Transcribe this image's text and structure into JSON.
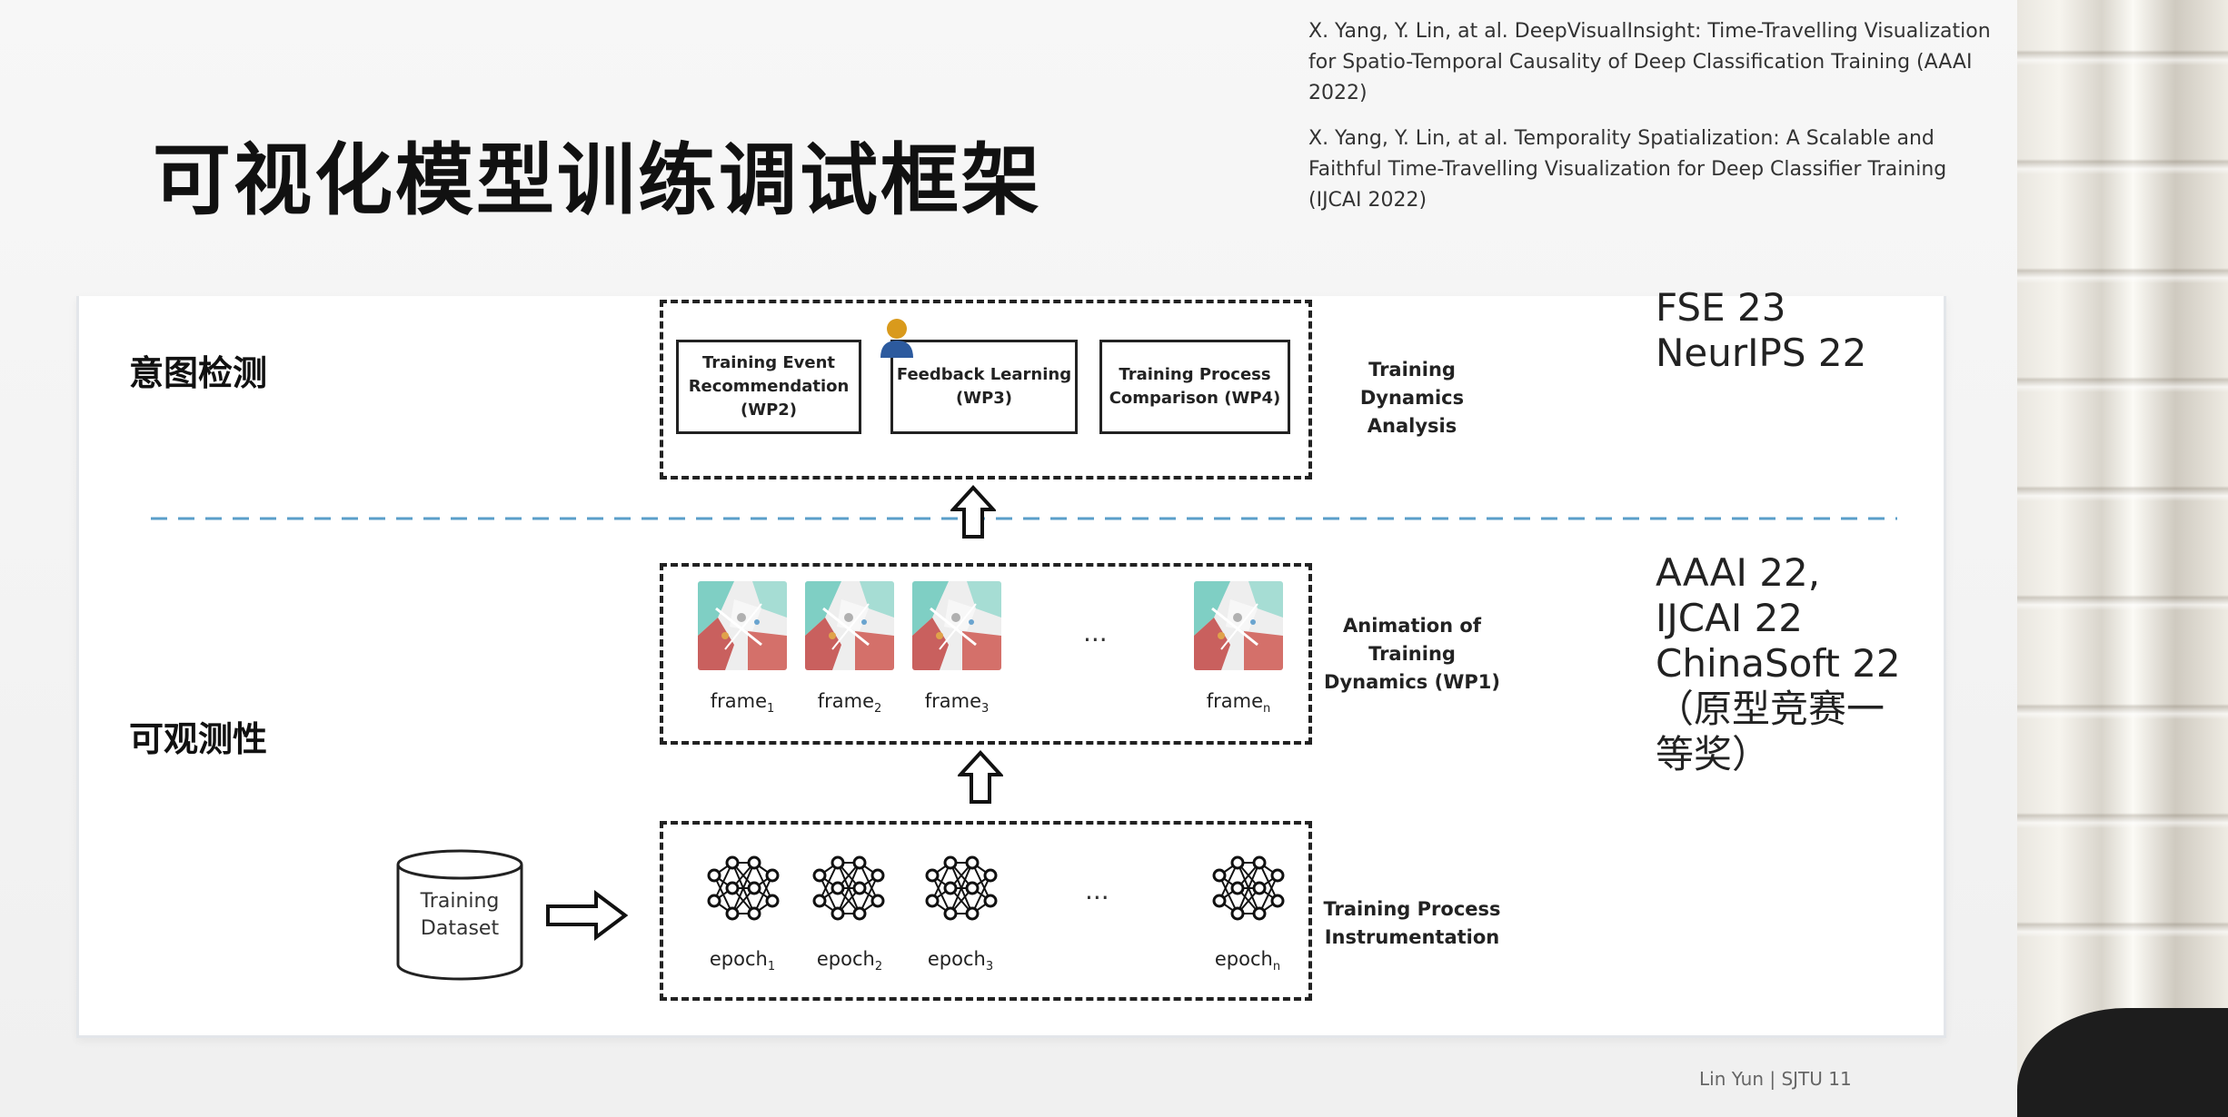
{
  "slide": {
    "title": "可视化模型训练调试框架",
    "references": [
      "X. Yang, Y. Lin, at al. DeepVisualInsight: Time-Travelling Visualization for Spatio-Temporal Causality of Deep Classification Training (AAAI 2022)",
      "X. Yang, Y. Lin, at al. Temporality Spatialization: A Scalable and Faithful Time-Travelling Visualization for Deep Classifier Training (IJCAI 2022)"
    ],
    "footer": "Lin Yun | SJTU 11"
  },
  "diagram": {
    "sections": {
      "intent_detection": "意图检测",
      "observability": "可观测性"
    },
    "analysis": {
      "boxes": [
        {
          "label": "Training Event Recommendation (WP2)"
        },
        {
          "label": "Feedback Learning (WP3)"
        },
        {
          "label": "Training Process Comparison (WP4)"
        }
      ],
      "side_label": "Training Dynamics Analysis"
    },
    "animation": {
      "frames": [
        {
          "label": "frame",
          "sub": "1"
        },
        {
          "label": "frame",
          "sub": "2"
        },
        {
          "label": "frame",
          "sub": "3"
        },
        {
          "label": "frame",
          "sub": "n"
        }
      ],
      "ellipsis": "...",
      "side_label": "Animation of Training Dynamics (WP1)"
    },
    "instrumentation": {
      "epochs": [
        {
          "label": "epoch",
          "sub": "1"
        },
        {
          "label": "epoch",
          "sub": "2"
        },
        {
          "label": "epoch",
          "sub": "3"
        },
        {
          "label": "epoch",
          "sub": "n"
        }
      ],
      "ellipsis": "...",
      "side_label": "Training Process Instrumentation"
    },
    "dataset": {
      "line1": "Training",
      "line2": "Dataset"
    }
  },
  "venues": {
    "top": [
      "FSE 23",
      "NeurIPS 22"
    ],
    "bottom": [
      "AAAI 22,",
      "IJCAI 22",
      "ChinaSoft 22",
      "（原型竞赛一",
      "等奖）"
    ]
  },
  "colors": {
    "separator": "#5a9ec9",
    "avatar": "#d99a1c"
  }
}
